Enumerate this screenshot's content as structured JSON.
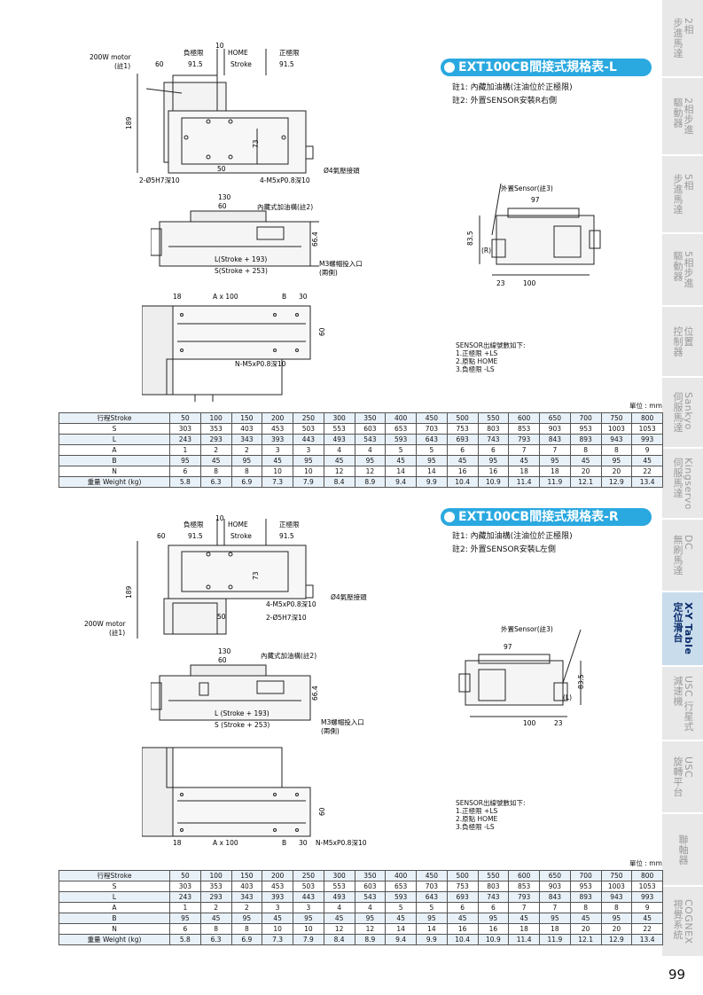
{
  "page_number": "99",
  "side_tabs": [
    {
      "label": "2相\n步進馬達",
      "active": false
    },
    {
      "label": "2相步進\n驅動器",
      "active": false
    },
    {
      "label": "5相\n步進馬達",
      "active": false
    },
    {
      "label": "5相步進\n驅動器",
      "active": false
    },
    {
      "label": "位置\n控制器",
      "active": false
    },
    {
      "label": "Sankyo\n伺服馬達",
      "active": false
    },
    {
      "label": "Kingservo\n伺服馬達",
      "active": false
    },
    {
      "label": "DC\n無刷馬達",
      "active": false
    },
    {
      "label": "X-Y Table\n定位滑台",
      "active": true
    },
    {
      "label": "USC 行星式\n減速機",
      "active": false
    },
    {
      "label": "USC\n旋轉平台",
      "active": false
    },
    {
      "label": "聯軸器",
      "active": false
    },
    {
      "label": "COGNEX\n視覺系統",
      "active": false
    }
  ],
  "colors": {
    "accent": "#2aa8e0",
    "table_band": "#e9f1f8"
  },
  "sections": [
    {
      "title": "EXT100CB間接式規格表-L",
      "notes": [
        "註1: 內藏加油構(注油位於正極限)",
        "註2: 外置SENSOR安裝R右側"
      ],
      "top_labels": {
        "neg_limit": "負極限",
        "ten": "10",
        "home": "HOME",
        "pos_limit": "正極限",
        "sixty": "60",
        "ninety1": "91.5",
        "stroke": "Stroke",
        "ninety2": "91.5",
        "motor": "200W motor",
        "motor_note": "(註1)",
        "h189": "189",
        "h73": "73",
        "fifty": "50",
        "bolt": "4-M5xP0.8深10",
        "pin": "2-Ø5H7深10",
        "air": "Ø4氣壓接頭"
      },
      "side_labels": {
        "w130": "130",
        "w60": "60",
        "oil": "內藏式加油構(註2)",
        "h664": "66.4",
        "lstroke": "L(Stroke + 193)",
        "sstroke": "S(Stroke + 253)",
        "m3": "M3螺帽投入口",
        "m3b": "(兩側)"
      },
      "bottom_labels": {
        "d18": "18",
        "ax100": "A x 100",
        "b": "B",
        "d30": "30",
        "h60": "60",
        "nbolt": "N-M5xP0.8深10"
      },
      "sensor": {
        "ext": "外置Sensor(註3)",
        "w97": "97",
        "h835": "83.5",
        "r": "(R)",
        "d23": "23",
        "d100": "100"
      },
      "signals": [
        "SENSOR出線號數如下:",
        "1.正極限  +LS",
        "2.原點    HOME",
        "3.負極限  -LS"
      ],
      "unit": "單位 : mm"
    },
    {
      "title": "EXT100CB間接式規格表-R",
      "notes": [
        "註1: 內藏加油構(注油位於正極限)",
        "註2: 外置SENSOR安裝L左側"
      ],
      "top_labels": {
        "neg_limit": "負極限",
        "ten": "10",
        "home": "HOME",
        "pos_limit": "正極限",
        "sixty": "60",
        "ninety1": "91.5",
        "stroke": "Stroke",
        "ninety2": "91.5",
        "motor": "200W motor",
        "motor_note": "(註1)",
        "h189": "189",
        "h73": "73",
        "fifty": "50",
        "bolt": "4-M5xP0.8深10",
        "pin": "2-Ø5H7深10",
        "air": "Ø4氣壓接頭"
      },
      "side_labels": {
        "w130": "130",
        "w60": "60",
        "oil": "內藏式加油構(註2)",
        "h664": "66.4",
        "lstroke": "L (Stroke + 193)",
        "sstroke": "S (Stroke + 253)",
        "m3": "M3螺帽投入口",
        "m3b": "(兩側)"
      },
      "bottom_labels": {
        "d18": "18",
        "ax100": "A x 100",
        "b": "B",
        "d30": "30",
        "h60": "60",
        "nbolt": "N-M5xP0.8深10"
      },
      "sensor": {
        "ext": "外置Sensor(註3)",
        "w97": "97",
        "h835": "83.5",
        "r": "(L)",
        "d23": "23",
        "d100": "100"
      },
      "signals": [
        "SENSOR出線號數如下:",
        "1.正極限  +LS",
        "2.原點    HOME",
        "3.負極限  -LS"
      ],
      "unit": "單位 : mm"
    }
  ],
  "table": {
    "rows": [
      {
        "label": "行程Stroke",
        "values": [
          "50",
          "100",
          "150",
          "200",
          "250",
          "300",
          "350",
          "400",
          "450",
          "500",
          "550",
          "600",
          "650",
          "700",
          "750",
          "800"
        ]
      },
      {
        "label": "S",
        "values": [
          "303",
          "353",
          "403",
          "453",
          "503",
          "553",
          "603",
          "653",
          "703",
          "753",
          "803",
          "853",
          "903",
          "953",
          "1003",
          "1053"
        ]
      },
      {
        "label": "L",
        "values": [
          "243",
          "293",
          "343",
          "393",
          "443",
          "493",
          "543",
          "593",
          "643",
          "693",
          "743",
          "793",
          "843",
          "893",
          "943",
          "993"
        ]
      },
      {
        "label": "A",
        "values": [
          "1",
          "2",
          "2",
          "3",
          "3",
          "4",
          "4",
          "5",
          "5",
          "6",
          "6",
          "7",
          "7",
          "8",
          "8",
          "9"
        ]
      },
      {
        "label": "B",
        "values": [
          "95",
          "45",
          "95",
          "45",
          "95",
          "45",
          "95",
          "45",
          "95",
          "45",
          "95",
          "45",
          "95",
          "45",
          "95",
          "45"
        ]
      },
      {
        "label": "N",
        "values": [
          "6",
          "8",
          "8",
          "10",
          "10",
          "12",
          "12",
          "14",
          "14",
          "16",
          "16",
          "18",
          "18",
          "20",
          "20",
          "22"
        ]
      },
      {
        "label": "重量 Weight (kg)",
        "values": [
          "5.8",
          "6.3",
          "6.9",
          "7.3",
          "7.9",
          "8.4",
          "8.9",
          "9.4",
          "9.9",
          "10.4",
          "10.9",
          "11.4",
          "11.9",
          "12.1",
          "12.9",
          "13.4"
        ]
      }
    ]
  }
}
